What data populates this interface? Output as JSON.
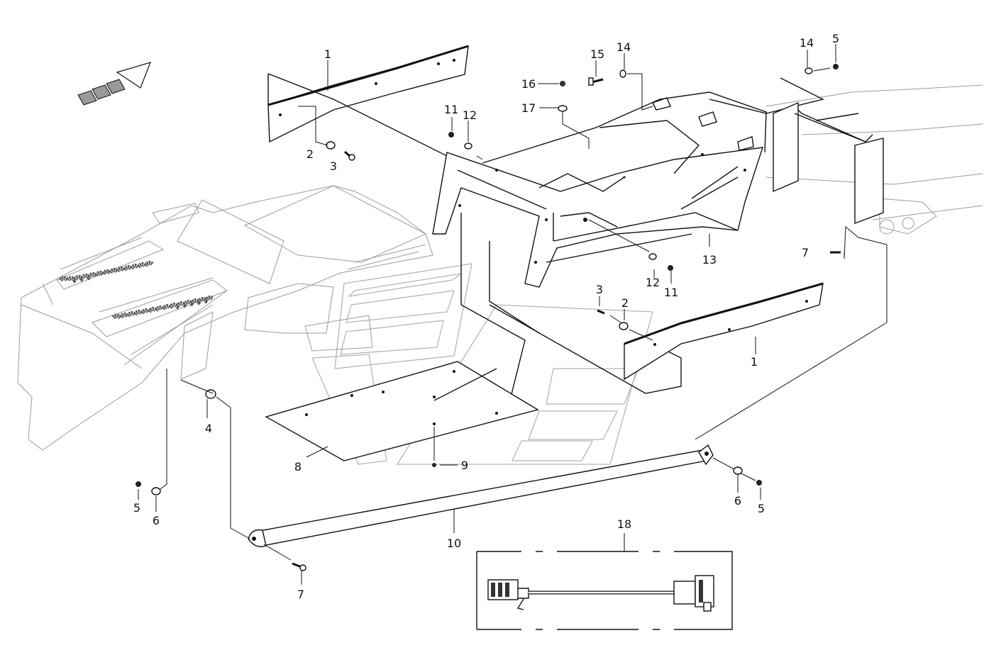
{
  "diagram": {
    "callouts": [
      {
        "id": "c1a",
        "text": "1"
      },
      {
        "id": "c2a",
        "text": "2"
      },
      {
        "id": "c3a",
        "text": "3"
      },
      {
        "id": "c11a",
        "text": "11"
      },
      {
        "id": "c12a",
        "text": "12"
      },
      {
        "id": "c15",
        "text": "15"
      },
      {
        "id": "c14a",
        "text": "14"
      },
      {
        "id": "c16",
        "text": "16"
      },
      {
        "id": "c17",
        "text": "17"
      },
      {
        "id": "c14b",
        "text": "14"
      },
      {
        "id": "c5a",
        "text": "5"
      },
      {
        "id": "c13",
        "text": "13"
      },
      {
        "id": "c7a",
        "text": "7"
      },
      {
        "id": "c12b",
        "text": "12"
      },
      {
        "id": "c11b",
        "text": "11"
      },
      {
        "id": "c3b",
        "text": "3"
      },
      {
        "id": "c2b",
        "text": "2"
      },
      {
        "id": "c1b",
        "text": "1"
      },
      {
        "id": "c4",
        "text": "4"
      },
      {
        "id": "c8",
        "text": "8"
      },
      {
        "id": "c9",
        "text": "9"
      },
      {
        "id": "c5b",
        "text": "5"
      },
      {
        "id": "c6a",
        "text": "6"
      },
      {
        "id": "c10",
        "text": "10"
      },
      {
        "id": "c6b",
        "text": "6"
      },
      {
        "id": "c5c",
        "text": "5"
      },
      {
        "id": "c7b",
        "text": "7"
      },
      {
        "id": "c18",
        "text": "18"
      }
    ]
  }
}
